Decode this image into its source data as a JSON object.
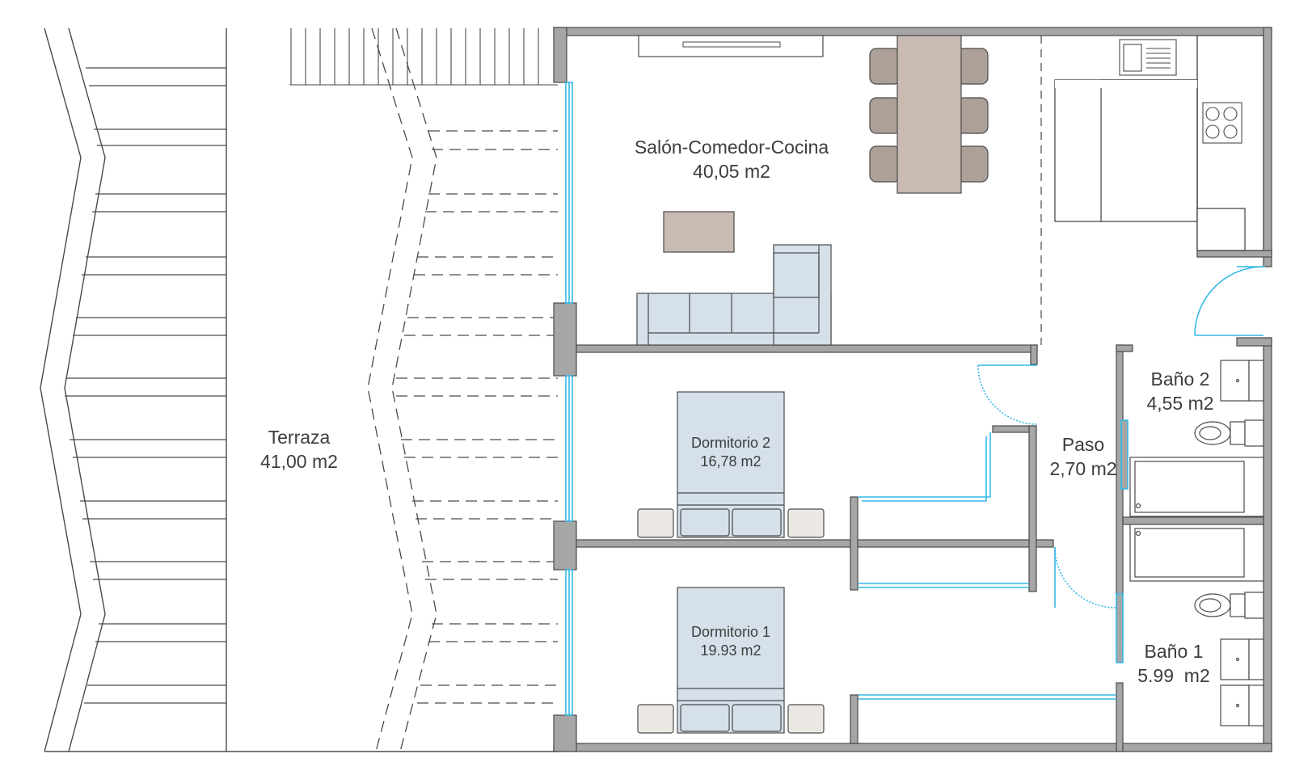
{
  "rooms": {
    "salon": {
      "name": "Salón-Comedor-Cocina",
      "area": "40,05 m2"
    },
    "terraza": {
      "name": "Terraza",
      "area": "41,00 m2"
    },
    "dormitorio2": {
      "name": "Dormitorio 2",
      "area": "16,78 m2"
    },
    "dormitorio1": {
      "name": "Dormitorio 1",
      "area": "19.93 m2"
    },
    "paso": {
      "name": "Paso",
      "area": "2,70 m2"
    },
    "bano2": {
      "name": "Baño 2",
      "area": "4,55 m2"
    },
    "bano1": {
      "name": "Baño 1",
      "area": "5.99  m2"
    }
  },
  "colors": {
    "wall": "#a6a6a6",
    "line": "#4a4a4a",
    "glass": "#35b8e6",
    "bed": "#d6e0ea",
    "furniture_brown": "#c9bbb1",
    "chair": "#ada098",
    "nightstand": "#ebe8e4",
    "sofa": "#d6e0ea"
  }
}
